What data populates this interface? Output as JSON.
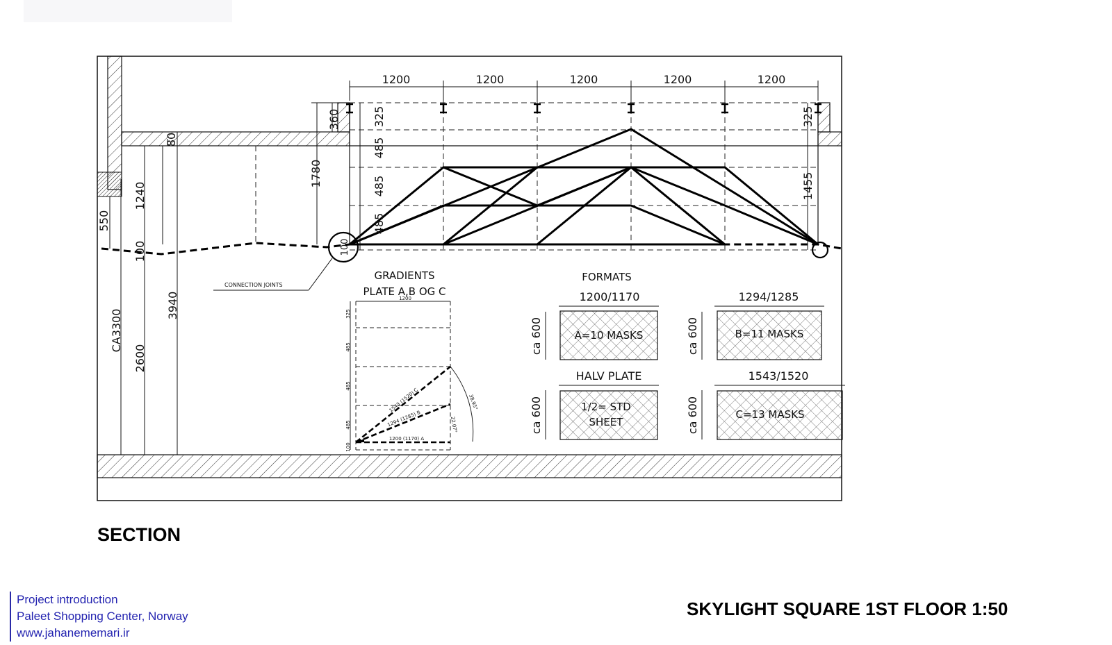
{
  "drawing": {
    "title": "SECTION",
    "sheet_title": "SKYLIGHT SQUARE 1ST FLOOR 1:50",
    "labels": {
      "gradients_line1": "GRADIENTS",
      "gradients_line2": "PLATE A,B OG C",
      "formats": "FORMATS",
      "connection_joints": "CONNECTION JOINTS"
    },
    "dimensions": {
      "top": [
        "1200",
        "1200",
        "1200",
        "1200",
        "1200"
      ],
      "vertical_left": [
        "325",
        "485",
        "485",
        "485",
        "100"
      ],
      "right_325": "325",
      "right_1455": "1455",
      "d360": "360",
      "d1780": "1780",
      "d80": "80",
      "d1240": "1240",
      "d550": "550",
      "d100": "100",
      "d3940": "3940",
      "ca3300": "CA3300",
      "d2600": "2600"
    },
    "mini_diagram": {
      "width": "1200",
      "heights": [
        "325",
        "485",
        "485",
        "485",
        "100"
      ],
      "line_c": "1543 (1520) C",
      "line_b": "1294 (1285) B",
      "line_a": "1200 (1170) A",
      "angle_1": "38.95°",
      "angle_2": "22.07°"
    },
    "formats": [
      {
        "size": "1200/1170",
        "height": "ca 600",
        "label": "A=10 MASKS"
      },
      {
        "size": "1294/1285",
        "height": "ca 600",
        "label": "B=11 MASKS"
      },
      {
        "size": "HALV PLATE",
        "height": "ca 600",
        "label_line1": "1/2= STD",
        "label_line2": "SHEET"
      },
      {
        "size": "1543/1520",
        "height": "ca 600",
        "label": "C=13 MASKS"
      }
    ]
  },
  "footer": {
    "line1": "Project introduction",
    "line2": "Paleet Shopping Center, Norway",
    "line3": "www.jahanememari.ir"
  }
}
